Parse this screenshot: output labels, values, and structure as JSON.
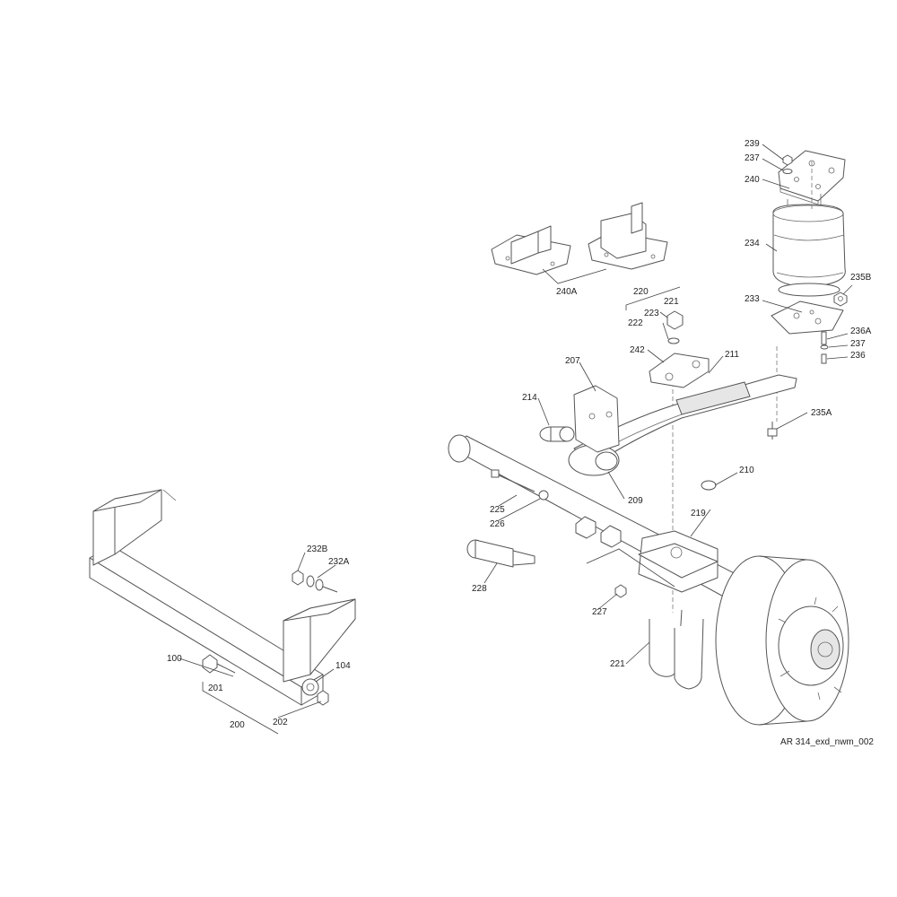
{
  "drawing_reference": "AR 314_exd_nwm_002",
  "callouts": {
    "c239": "239",
    "c237a": "237",
    "c240": "240",
    "c234": "234",
    "c235b": "235B",
    "c233": "233",
    "c236a": "236A",
    "c237b": "237",
    "c236": "236",
    "c235a": "235A",
    "c240a": "240A",
    "c220": "220",
    "c221a": "221",
    "c223": "223",
    "c222": "222",
    "c242": "242",
    "c211": "211",
    "c207": "207",
    "c214": "214",
    "c209": "209",
    "c210": "210",
    "c225": "225",
    "c226": "226",
    "c219": "219",
    "c228": "228",
    "c227": "227",
    "c221b": "221",
    "c232b": "232B",
    "c232a": "232A",
    "c100": "100",
    "c104": "104",
    "c201": "201",
    "c202": "202",
    "c200": "200"
  }
}
